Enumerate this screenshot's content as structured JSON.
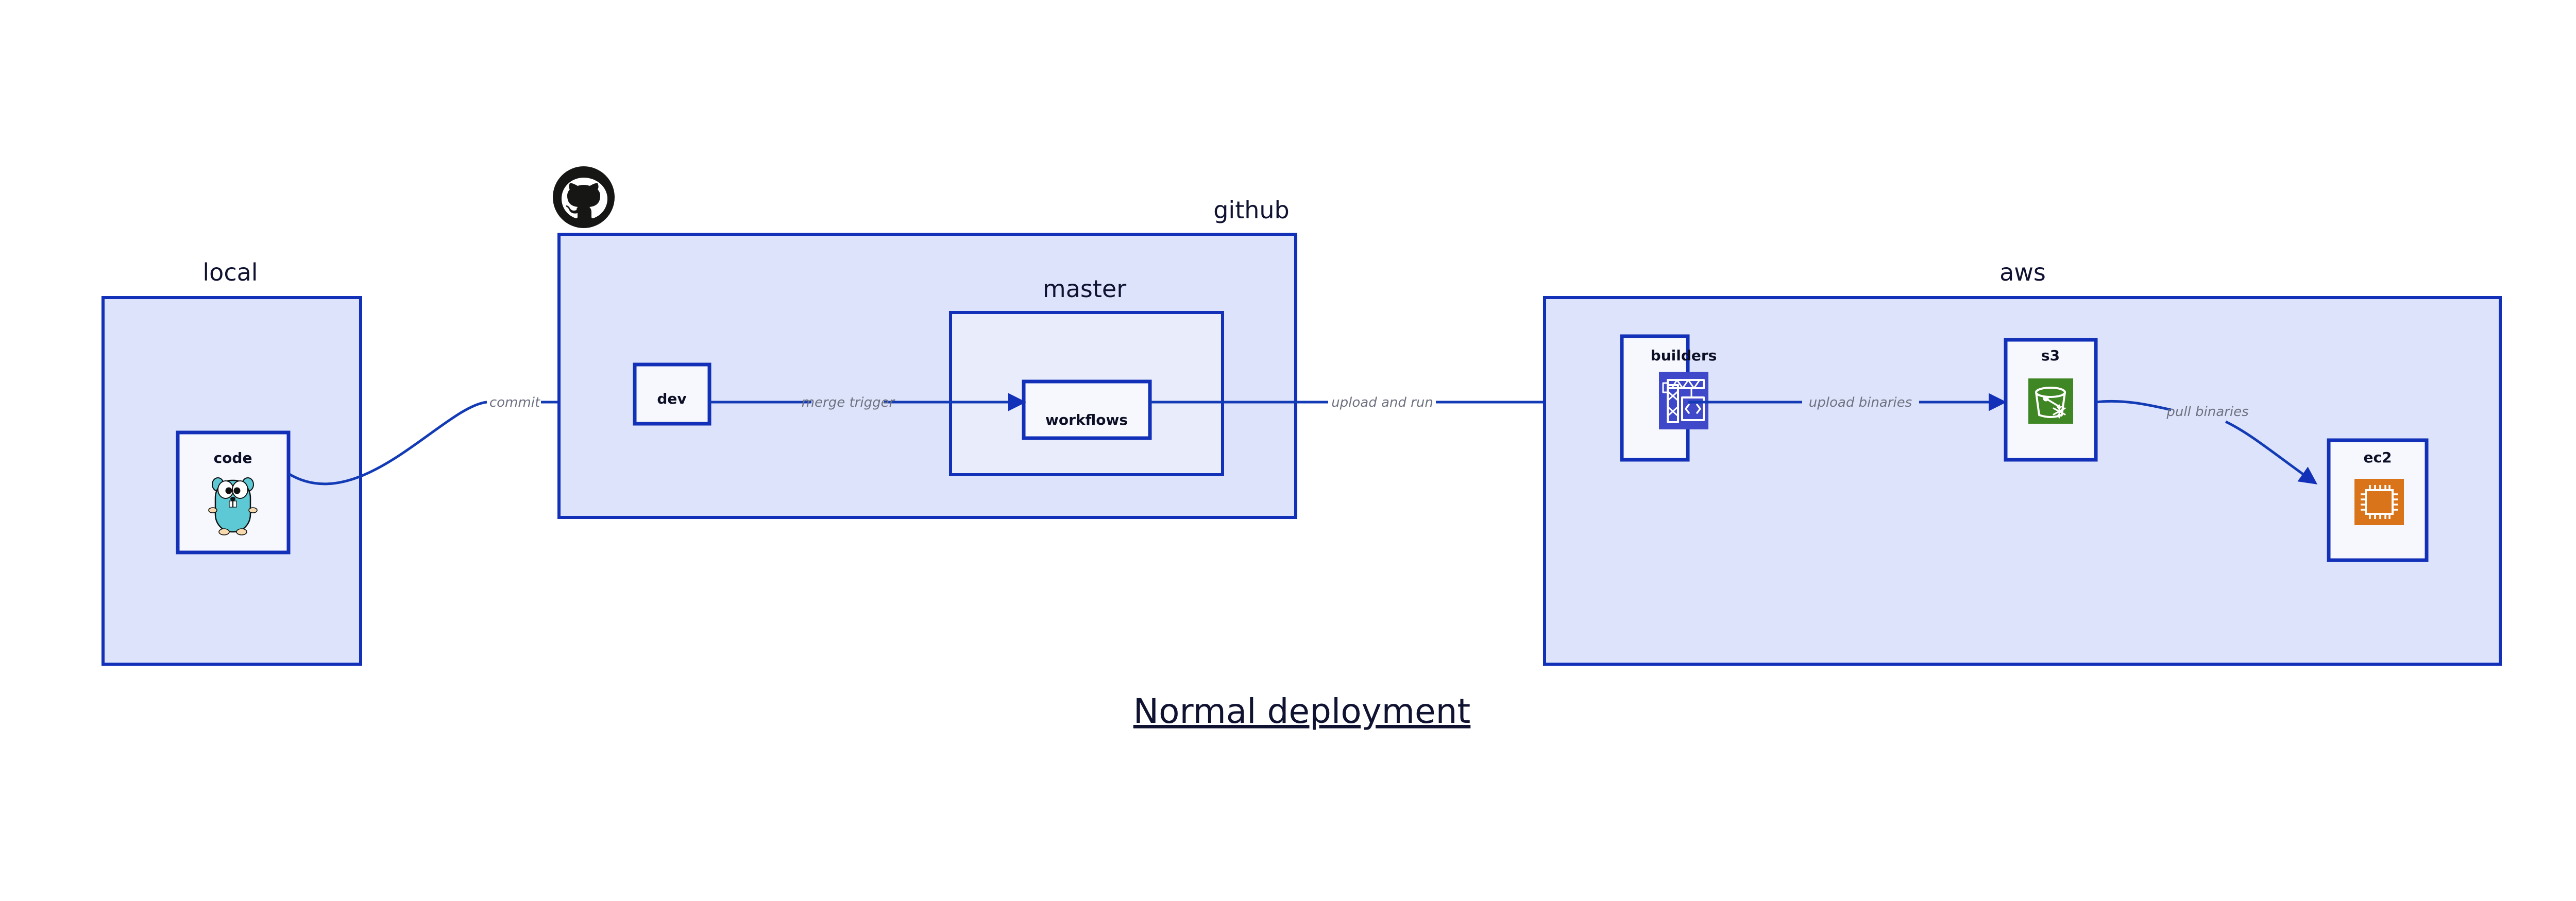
{
  "diagram": {
    "title": "Normal deployment",
    "background_color": "#ffffff",
    "accent_color": "#1231b8",
    "group_fill": "#dde3fa",
    "subgroup_fill": "#e8ecfb",
    "leaf_fill": "#f6f8fe",
    "edge_label_color": "#6e7180"
  },
  "groups": {
    "local": {
      "label": "local"
    },
    "github": {
      "label": "github",
      "icon": "github-octocat-icon"
    },
    "master": {
      "label": "master"
    },
    "aws": {
      "label": "aws"
    }
  },
  "nodes": {
    "code": {
      "label": "code",
      "icon": "go-gopher-icon"
    },
    "dev": {
      "label": "dev"
    },
    "workflows": {
      "label": "workflows"
    },
    "builders": {
      "label": "builders",
      "icon": "aws-codebuild-icon",
      "icon_color": "#3f48c8"
    },
    "s3": {
      "label": "s3",
      "icon": "aws-s3-bucket-icon",
      "icon_color": "#3f8624"
    },
    "ec2": {
      "label": "ec2",
      "icon": "aws-ec2-chip-icon",
      "icon_color": "#d9741a"
    }
  },
  "edges": {
    "commit": {
      "label": "commit",
      "from": "code",
      "to": "dev"
    },
    "merge_trigger": {
      "label": "merge trigger",
      "from": "dev",
      "to": "workflows"
    },
    "upload_and_run": {
      "label": "upload and run",
      "from": "workflows",
      "to": "builders"
    },
    "upload_binaries": {
      "label": "upload binaries",
      "from": "builders",
      "to": "s3"
    },
    "pull_binaries": {
      "label": "pull binaries",
      "from": "s3",
      "to": "ec2"
    }
  }
}
